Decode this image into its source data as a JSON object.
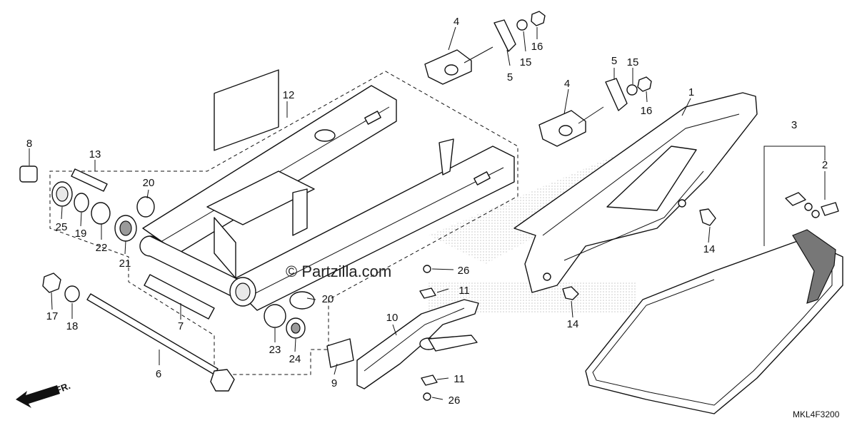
{
  "watermark": "© Partzilla.com",
  "diagram_code": "MKL4F3200",
  "direction_label": "FR.",
  "colors": {
    "line": "#111111",
    "watermark_dots": "#c8c8c8",
    "background": "#ffffff"
  },
  "parts": {
    "p1": "1",
    "p2": "2",
    "p3": "3",
    "p4a": "4",
    "p4b": "4",
    "p5a": "5",
    "p5b": "5",
    "p6": "6",
    "p7": "7",
    "p8": "8",
    "p9": "9",
    "p10": "10",
    "p11a": "11",
    "p11b": "11",
    "p12": "12",
    "p13": "13",
    "p14a": "14",
    "p14b": "14",
    "p15a": "15",
    "p15b": "15",
    "p16a": "16",
    "p16b": "16",
    "p17": "17",
    "p18": "18",
    "p19": "19",
    "p20a": "20",
    "p20b": "20",
    "p21": "21",
    "p22": "22",
    "p23": "23",
    "p24": "24",
    "p25": "25",
    "p26a": "26",
    "p26b": "26"
  }
}
